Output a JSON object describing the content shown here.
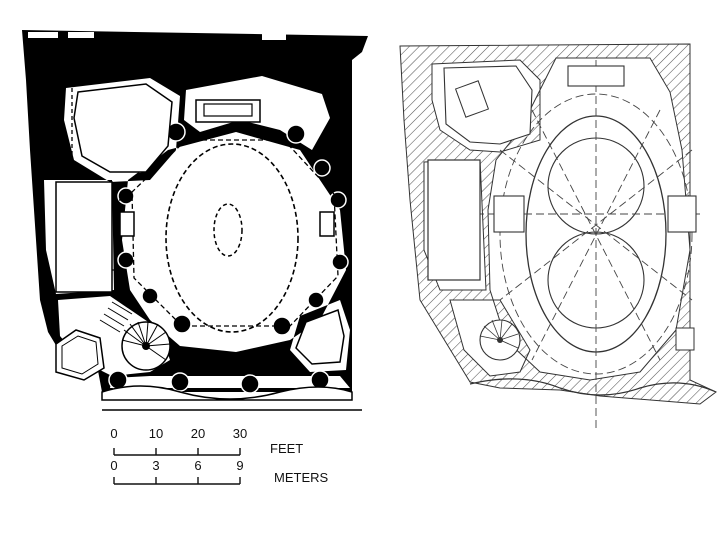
{
  "scale_bars": {
    "feet": {
      "ticks": [
        "0",
        "10",
        "20",
        "30"
      ],
      "unit": "FEET"
    },
    "meters": {
      "ticks": [
        "0",
        "3",
        "6",
        "9"
      ],
      "unit": "METERS"
    }
  },
  "colors": {
    "wall_fill": "#000000",
    "line": "#222222",
    "hatch": "#555555",
    "background": "#ffffff"
  }
}
